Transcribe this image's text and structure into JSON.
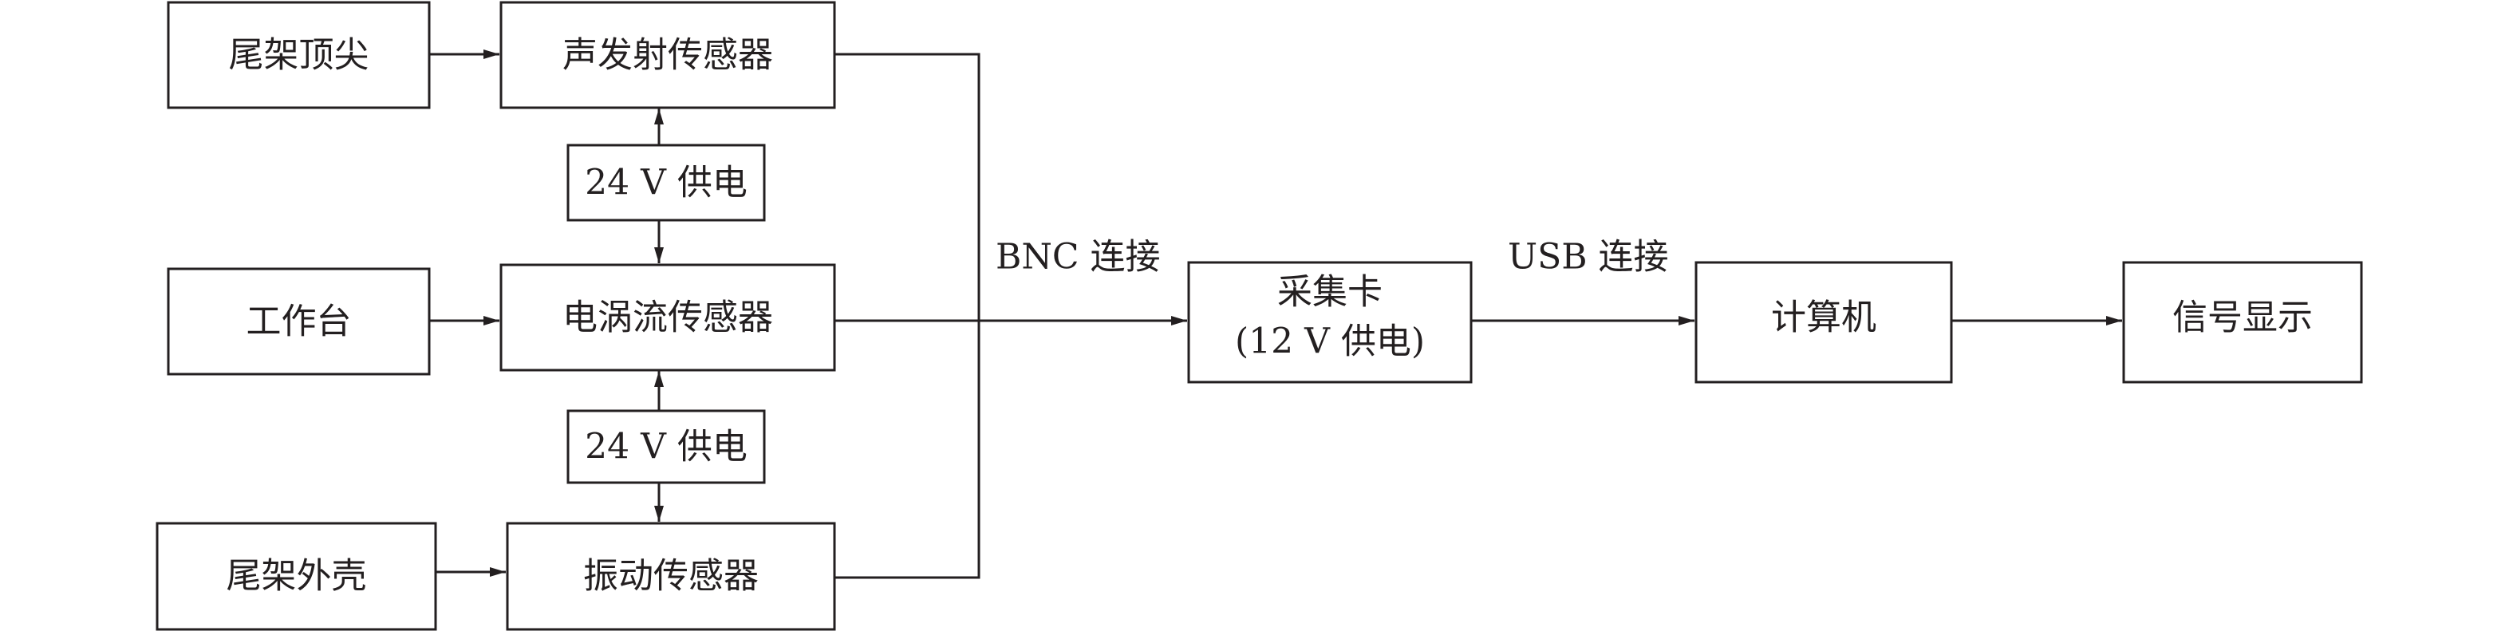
{
  "colors": {
    "stroke": "#231f20",
    "background": "#ffffff"
  },
  "nodes": {
    "tailstock_tip": "尾架顶尖",
    "workbench": "工作台",
    "tailstock_shell": "尾架外壳",
    "ae_sensor": "声发射传感器",
    "eddy_sensor": "电涡流传感器",
    "vibration_sensor": "振动传感器",
    "power_24v_upper": "24 V 供电",
    "power_24v_lower": "24 V 供电",
    "daq_card_line1": "采集卡",
    "daq_card_line2": "(12 V 供电)",
    "computer": "计算机",
    "signal_display": "信号显示"
  },
  "edges": {
    "bnc_label": "BNC 连接",
    "usb_label": "USB 连接"
  }
}
